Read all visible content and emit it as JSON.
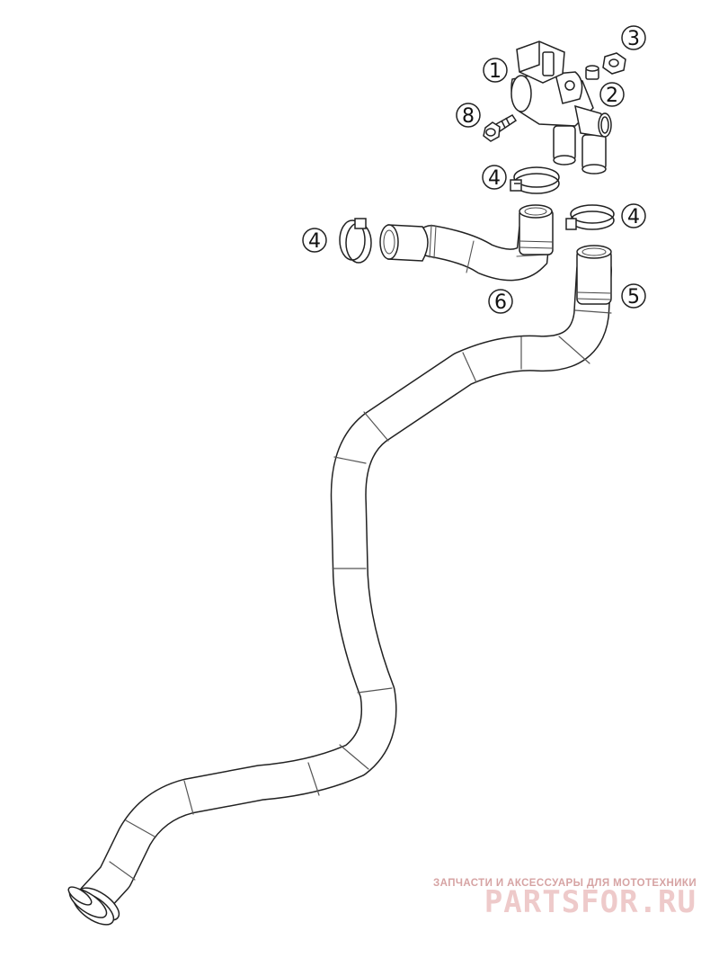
{
  "callouts": [
    {
      "id": "part-1",
      "label": "1"
    },
    {
      "id": "part-2",
      "label": "2"
    },
    {
      "id": "part-3",
      "label": "3"
    },
    {
      "id": "part-4-top",
      "label": "4"
    },
    {
      "id": "part-4-left",
      "label": "4"
    },
    {
      "id": "part-4-right",
      "label": "4"
    },
    {
      "id": "part-5",
      "label": "5"
    },
    {
      "id": "part-6",
      "label": "6"
    },
    {
      "id": "part-8",
      "label": "8"
    }
  ],
  "watermark": {
    "tagline": "ЗАПЧАСТИ И АКСЕССУАРЫ ДЛЯ МОТОТЕХНИКИ",
    "logo_text": "PARTSFOR.RU"
  }
}
